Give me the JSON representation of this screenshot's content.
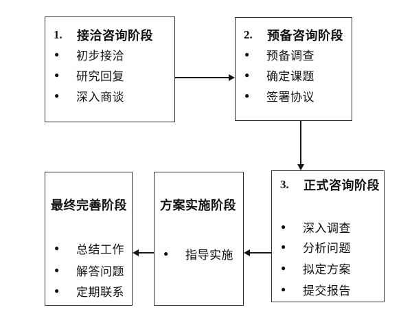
{
  "diagram": {
    "bullet_char": "●",
    "colors": {
      "border": "#2f2f2f",
      "text": "#111111",
      "background": "#ffffff",
      "arrow": "#161616"
    },
    "boxes": [
      {
        "number": "1.",
        "title": "接洽咨询阶段",
        "items": [
          "初步接洽",
          "研究回复",
          "深入商谈"
        ]
      },
      {
        "number": "2.",
        "title": "预备咨询阶段",
        "items": [
          "预备调查",
          "确定课题",
          "签署协议"
        ]
      },
      {
        "number": "3.",
        "title": "正式咨询阶段",
        "items": [
          "深入调查",
          "分析问题",
          "拟定方案",
          "提交报告"
        ]
      },
      {
        "number": "",
        "title": "方案实施阶段",
        "items": [
          "指导实施"
        ]
      },
      {
        "number": "",
        "title": "最终完善阶段",
        "items": [
          "总结工作",
          "解答问题",
          "定期联系"
        ]
      }
    ],
    "connectors": [
      {
        "from": "接洽咨询阶段",
        "to": "预备咨询阶段",
        "direction": "right"
      },
      {
        "from": "预备咨询阶段",
        "to": "正式咨询阶段",
        "direction": "down"
      },
      {
        "from": "正式咨询阶段",
        "to": "方案实施阶段",
        "direction": "left"
      },
      {
        "from": "方案实施阶段",
        "to": "最终完善阶段",
        "direction": "left"
      }
    ]
  }
}
